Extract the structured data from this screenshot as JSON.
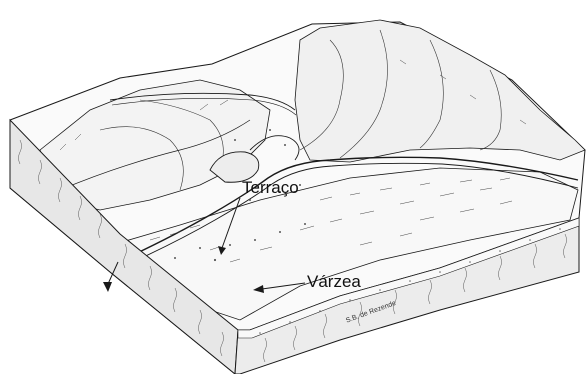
{
  "labels": {
    "terrace": "Terraço",
    "floodplain": "Várzea"
  },
  "signature": "S.B. de Rezende",
  "colors": {
    "ink": "#1a1a1a",
    "paper": "#ffffff",
    "shade": "#e7e7e7"
  }
}
